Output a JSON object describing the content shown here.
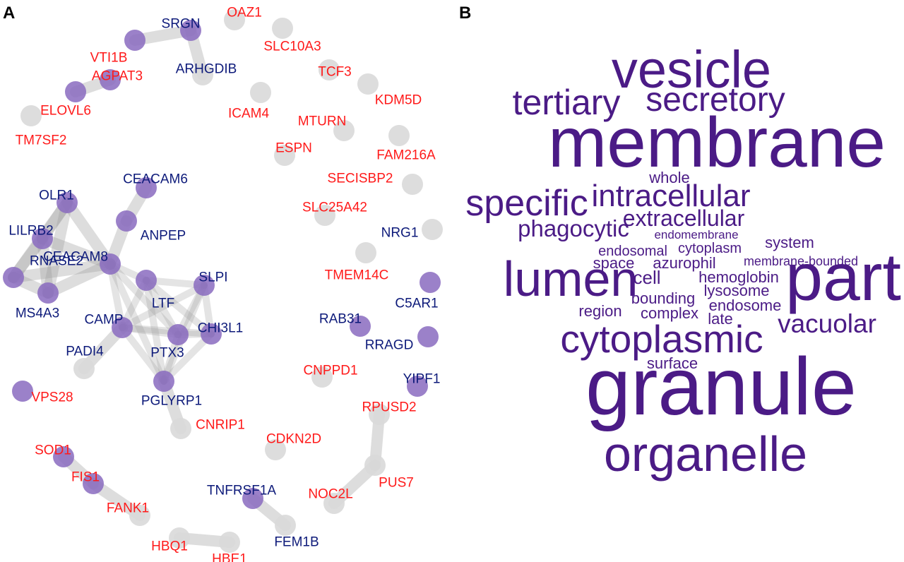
{
  "panels": {
    "a_label": "A",
    "b_label": "B"
  },
  "colors": {
    "enriched_node": "#8a6bbf",
    "other_node": "#d9d9d9",
    "edge": "#9e9e9e",
    "label_blue": "#0d1a7a",
    "label_red": "#ff1a1a",
    "wordcloud": "#4b1b86"
  },
  "network": {
    "nodes": [
      {
        "id": "SRGN",
        "color": "blue",
        "enriched": true
      },
      {
        "id": "OAZ1",
        "color": "red",
        "enriched": false
      },
      {
        "id": "VTI1B",
        "color": "red",
        "enriched": true
      },
      {
        "id": "SLC10A3",
        "color": "red",
        "enriched": false
      },
      {
        "id": "AGPAT3",
        "color": "red",
        "enriched": true
      },
      {
        "id": "ARHGDIB",
        "color": "blue",
        "enriched": false
      },
      {
        "id": "TCF3",
        "color": "red",
        "enriched": false
      },
      {
        "id": "ELOVL6",
        "color": "red",
        "enriched": true
      },
      {
        "id": "KDM5D",
        "color": "red",
        "enriched": false
      },
      {
        "id": "ICAM4",
        "color": "red",
        "enriched": false
      },
      {
        "id": "MTURN",
        "color": "red",
        "enriched": false
      },
      {
        "id": "TM7SF2",
        "color": "red",
        "enriched": false
      },
      {
        "id": "ESPN",
        "color": "red",
        "enriched": false
      },
      {
        "id": "FAM216A",
        "color": "red",
        "enriched": false
      },
      {
        "id": "CEACAM6",
        "color": "blue",
        "enriched": true
      },
      {
        "id": "SECISBP2",
        "color": "red",
        "enriched": false
      },
      {
        "id": "OLR1",
        "color": "blue",
        "enriched": true
      },
      {
        "id": "SLC25A42",
        "color": "red",
        "enriched": false
      },
      {
        "id": "LILRB2",
        "color": "blue",
        "enriched": true
      },
      {
        "id": "ANPEP",
        "color": "blue",
        "enriched": true
      },
      {
        "id": "NRG1",
        "color": "blue",
        "enriched": false
      },
      {
        "id": "CEACAM8",
        "color": "blue",
        "enriched": true
      },
      {
        "id": "RNASE2",
        "color": "blue",
        "enriched": true
      },
      {
        "id": "TMEM14C",
        "color": "red",
        "enriched": false
      },
      {
        "id": "SLPI",
        "color": "blue",
        "enriched": true
      },
      {
        "id": "LTF",
        "color": "blue",
        "enriched": true
      },
      {
        "id": "C5AR1",
        "color": "blue",
        "enriched": true
      },
      {
        "id": "MS4A3",
        "color": "blue",
        "enriched": true
      },
      {
        "id": "CAMP",
        "color": "blue",
        "enriched": true
      },
      {
        "id": "RAB31",
        "color": "blue",
        "enriched": true
      },
      {
        "id": "CHI3L1",
        "color": "blue",
        "enriched": true
      },
      {
        "id": "RRAGD",
        "color": "blue",
        "enriched": true
      },
      {
        "id": "PTX3",
        "color": "blue",
        "enriched": true
      },
      {
        "id": "PADI4",
        "color": "blue",
        "enriched": false
      },
      {
        "id": "CNPPD1",
        "color": "red",
        "enriched": false
      },
      {
        "id": "YIPF1",
        "color": "blue",
        "enriched": true
      },
      {
        "id": "VPS28",
        "color": "red",
        "enriched": true
      },
      {
        "id": "PGLYRP1",
        "color": "blue",
        "enriched": true
      },
      {
        "id": "RPUSD2",
        "color": "red",
        "enriched": false
      },
      {
        "id": "CNRIP1",
        "color": "red",
        "enriched": false
      },
      {
        "id": "CDKN2D",
        "color": "red",
        "enriched": false
      },
      {
        "id": "SOD1",
        "color": "red",
        "enriched": true
      },
      {
        "id": "FIS1",
        "color": "red",
        "enriched": true
      },
      {
        "id": "PUS7",
        "color": "red",
        "enriched": false
      },
      {
        "id": "TNFRSF1A",
        "color": "blue",
        "enriched": true
      },
      {
        "id": "NOC2L",
        "color": "red",
        "enriched": false
      },
      {
        "id": "FANK1",
        "color": "red",
        "enriched": false
      },
      {
        "id": "FEM1B",
        "color": "blue",
        "enriched": false
      },
      {
        "id": "HBQ1",
        "color": "red",
        "enriched": false
      },
      {
        "id": "HBE1",
        "color": "red",
        "enriched": false
      }
    ],
    "edges": [
      [
        "SRGN",
        "ARHGDIB"
      ],
      [
        "SRGN",
        "VTI1B"
      ],
      [
        "AGPAT3",
        "ELOVL6"
      ],
      [
        "SOD1",
        "FIS1"
      ],
      [
        "FIS1",
        "FANK1"
      ],
      [
        "HBQ1",
        "HBE1"
      ],
      [
        "TNFRSF1A",
        "FEM1B"
      ],
      [
        "RPUSD2",
        "PUS7"
      ],
      [
        "PUS7",
        "NOC2L"
      ],
      [
        "CEACAM6",
        "ANPEP"
      ],
      [
        "ANPEP",
        "CEACAM8"
      ],
      [
        "OLR1",
        "CEACAM8"
      ],
      [
        "OLR1",
        "LILRB2"
      ],
      [
        "OLR1",
        "RNASE2"
      ],
      [
        "OLR1",
        "MS4A3"
      ],
      [
        "LILRB2",
        "CEACAM8"
      ],
      [
        "LILRB2",
        "RNASE2"
      ],
      [
        "LILRB2",
        "MS4A3"
      ],
      [
        "RNASE2",
        "MS4A3"
      ],
      [
        "RNASE2",
        "CEACAM8"
      ],
      [
        "MS4A3",
        "CEACAM8"
      ],
      [
        "CEACAM8",
        "LTF"
      ],
      [
        "CEACAM8",
        "CAMP"
      ],
      [
        "CEACAM8",
        "PTX3"
      ],
      [
        "CEACAM8",
        "PGLYRP1"
      ],
      [
        "LTF",
        "SLPI"
      ],
      [
        "LTF",
        "CAMP"
      ],
      [
        "LTF",
        "CHI3L1"
      ],
      [
        "LTF",
        "PTX3"
      ],
      [
        "LTF",
        "PGLYRP1"
      ],
      [
        "SLPI",
        "CAMP"
      ],
      [
        "SLPI",
        "CHI3L1"
      ],
      [
        "SLPI",
        "PTX3"
      ],
      [
        "SLPI",
        "PGLYRP1"
      ],
      [
        "CAMP",
        "CHI3L1"
      ],
      [
        "CAMP",
        "PTX3"
      ],
      [
        "CAMP",
        "PGLYRP1"
      ],
      [
        "CAMP",
        "PADI4"
      ],
      [
        "CHI3L1",
        "PTX3"
      ],
      [
        "CHI3L1",
        "PGLYRP1"
      ],
      [
        "PTX3",
        "PGLYRP1"
      ],
      [
        "PGLYRP1",
        "CNRIP1"
      ]
    ]
  },
  "wordcloud": {
    "words": [
      {
        "text": "vesicle"
      },
      {
        "text": "tertiary"
      },
      {
        "text": "secretory"
      },
      {
        "text": "membrane"
      },
      {
        "text": "whole"
      },
      {
        "text": "specific"
      },
      {
        "text": "intracellular"
      },
      {
        "text": "extracellular"
      },
      {
        "text": "phagocytic"
      },
      {
        "text": "endomembrane"
      },
      {
        "text": "endosomal"
      },
      {
        "text": "cytoplasm"
      },
      {
        "text": "system"
      },
      {
        "text": "membrane-bounded"
      },
      {
        "text": "lumen"
      },
      {
        "text": "space"
      },
      {
        "text": "azurophil"
      },
      {
        "text": "cell"
      },
      {
        "text": "hemoglobin"
      },
      {
        "text": "part"
      },
      {
        "text": "lysosome"
      },
      {
        "text": "bounding"
      },
      {
        "text": "region"
      },
      {
        "text": "complex"
      },
      {
        "text": "endosome"
      },
      {
        "text": "late"
      },
      {
        "text": "vacuolar"
      },
      {
        "text": "cytoplasmic"
      },
      {
        "text": "surface"
      },
      {
        "text": "granule"
      },
      {
        "text": "organelle"
      }
    ]
  }
}
